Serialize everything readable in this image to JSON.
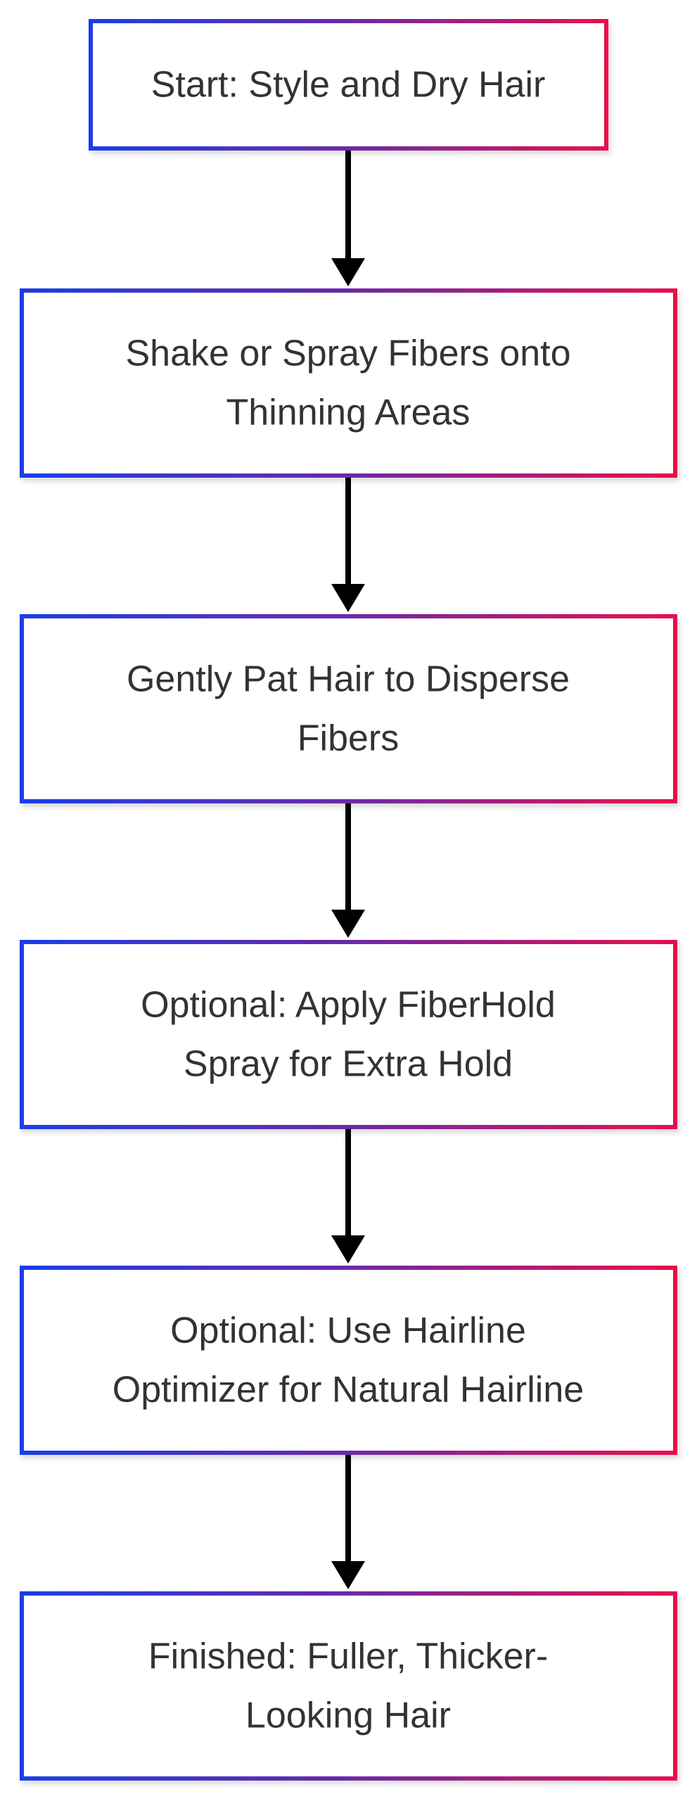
{
  "colors": {
    "gradient_start": "#1a3ee8",
    "gradient_mid": "#6b2aa8",
    "gradient_end": "#e8104c",
    "node_fill": "#ffffff",
    "text": "#333333",
    "arrow": "#000000"
  },
  "steps": [
    {
      "lines": [
        "Start: Style and Dry Hair"
      ]
    },
    {
      "lines": [
        "Shake or Spray Fibers onto",
        "Thinning Areas"
      ]
    },
    {
      "lines": [
        "Gently Pat Hair to Disperse",
        "Fibers"
      ]
    },
    {
      "lines": [
        "Optional: Apply FiberHold",
        "Spray for Extra Hold"
      ]
    },
    {
      "lines": [
        "Optional: Use Hairline",
        "Optimizer for Natural Hairline"
      ]
    },
    {
      "lines": [
        "Finished: Fuller, Thicker-",
        "Looking Hair"
      ]
    }
  ]
}
